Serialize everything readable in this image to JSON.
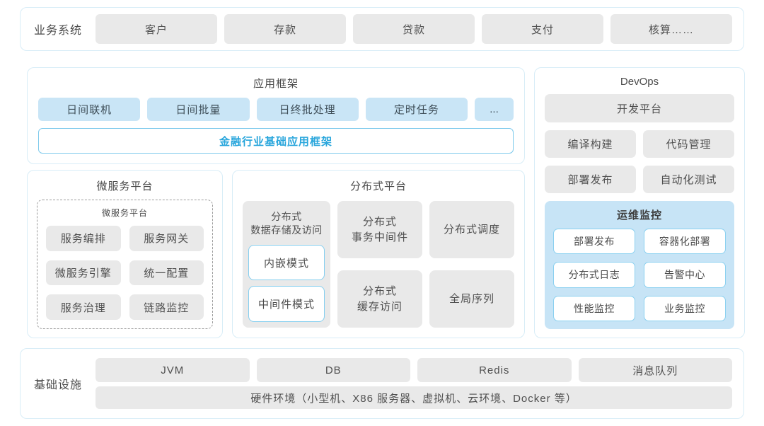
{
  "colors": {
    "section_border": "#d8edf7",
    "grey_box_bg": "#e9e9e9",
    "light_blue_box_bg": "#c9e5f6",
    "monitor_panel_bg": "#c7e4f6",
    "blue_border": "#7ecaec",
    "accent_blue_text": "#29a6dc",
    "body_text": "#4a4a4a"
  },
  "business": {
    "label": "业务系统",
    "items": [
      "客户",
      "存款",
      "贷款",
      "支付",
      "核算……"
    ]
  },
  "app_framework": {
    "title": "应用框架",
    "items": [
      "日间联机",
      "日间批量",
      "日终批处理",
      "定时任务",
      "..."
    ],
    "base": "金融行业基础应用框架"
  },
  "microservice": {
    "title": "微服务平台",
    "inner_title": "微服务平台",
    "items": [
      "服务编排",
      "服务网关",
      "微服务引擎",
      "统一配置",
      "服务治理",
      "链路监控"
    ]
  },
  "distributed": {
    "title": "分布式平台",
    "storage": {
      "title": "分布式\n数据存储及访问",
      "modes": [
        "内嵌模式",
        "中间件模式"
      ]
    },
    "cells": [
      "分布式\n事务中间件",
      "分布式调度",
      "分布式\n缓存访问",
      "全局序列"
    ]
  },
  "devops": {
    "title": "DevOps",
    "platform": "开发平台",
    "tools": [
      "编译构建",
      "代码管理",
      "部署发布",
      "自动化测试"
    ],
    "monitoring": {
      "title": "运维监控",
      "items": [
        "部署发布",
        "容器化部署",
        "分布式日志",
        "告警中心",
        "性能监控",
        "业务监控"
      ]
    }
  },
  "infrastructure": {
    "label": "基础设施",
    "items": [
      "JVM",
      "DB",
      "Redis",
      "消息队列"
    ],
    "hardware": "硬件环境（小型机、X86 服务器、虚拟机、云环境、Docker 等）"
  }
}
